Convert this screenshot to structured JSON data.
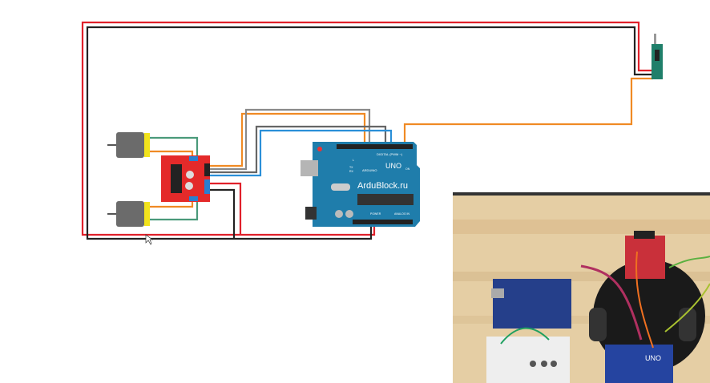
{
  "diagram": {
    "arduino": {
      "brand_text": "ArduBlock.ru",
      "model": "UNO",
      "logo_text": "ARDUINO",
      "digital_label": "DIGITAL (PWM ~)",
      "power_label": "POWER",
      "analog_label": "ANALOG IN",
      "led_on": "ON",
      "led_tx": "TX",
      "led_rx": "RX",
      "led_l": "L"
    },
    "wire_colors": {
      "power": "#e0202a",
      "ground": "#222222",
      "signal_orange": "#f08a24",
      "signal_gray": "#8a8a8a",
      "signal_blue": "#2a8fd8",
      "motor_green": "#4a9a7a"
    },
    "components": [
      "dc-motor",
      "dc-motor",
      "l298n-driver",
      "arduino-uno",
      "rf-receiver-module"
    ]
  },
  "video_overlay": {
    "photo_model_label": "UNO"
  }
}
